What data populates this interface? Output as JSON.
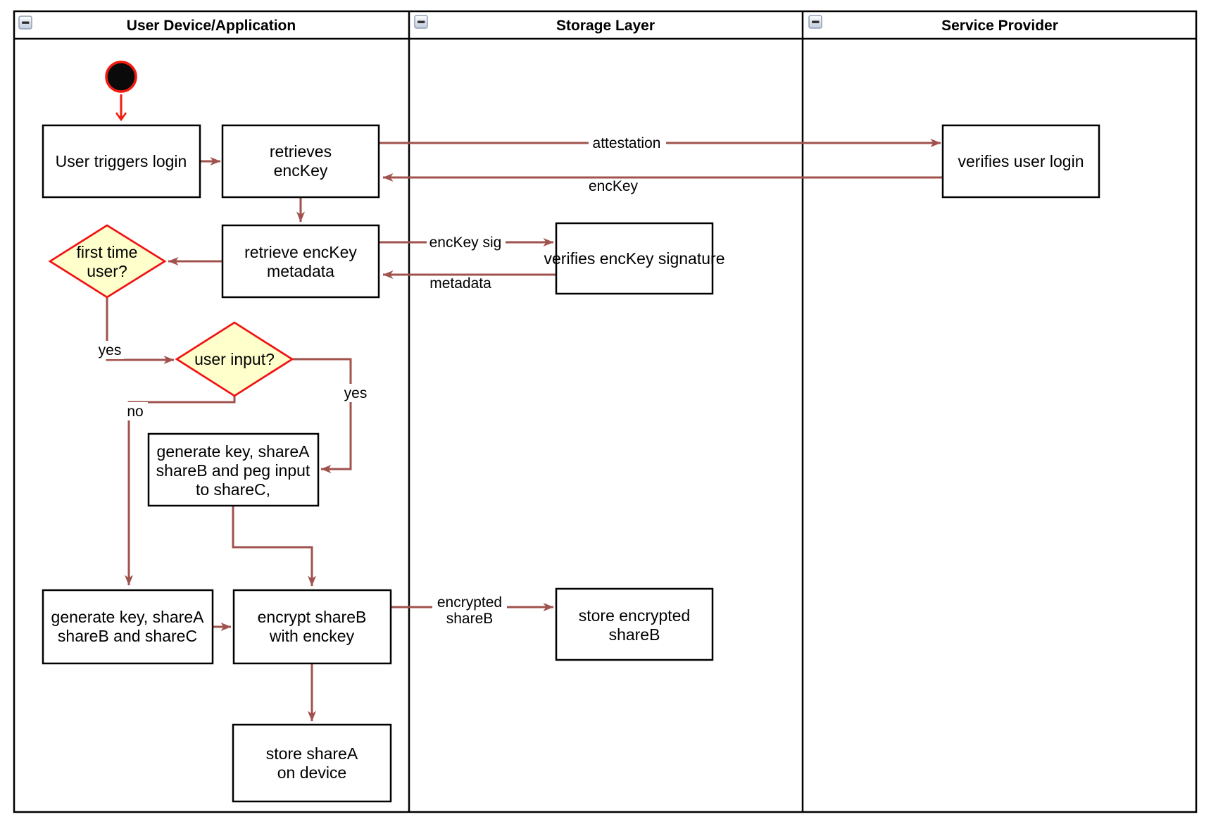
{
  "colors": {
    "arrow": "#a0524d",
    "start_arrow": "#f31b10",
    "diamond_fill": "#ffffcc",
    "diamond_border": "#f01414",
    "node_fill": "#ffffff",
    "node_border": "#000000",
    "start_fill": "#0a0a0a",
    "start_border": "#f31b10",
    "lane_border": "#000000",
    "label_text": "#000000"
  },
  "lanes": [
    {
      "title": "User Device/Application"
    },
    {
      "title": "Storage Layer"
    },
    {
      "title": "Service Provider"
    }
  ],
  "icons": {
    "collapse": "collapse-minus-icon"
  },
  "nodes": {
    "user_triggers_login": {
      "label": "User triggers login"
    },
    "retrieves_enckey": {
      "lines": [
        "retrieves",
        "encKey"
      ]
    },
    "verifies_user_login": {
      "label": "verifies user login"
    },
    "retrieve_enckey_metadata": {
      "lines": [
        "retrieve encKey",
        "metadata"
      ]
    },
    "verifies_enckey_signature": {
      "label": "verifies encKey signature"
    },
    "first_time_user": {
      "lines": [
        "first time",
        "user?"
      ]
    },
    "user_input": {
      "label": "user input?"
    },
    "generate_key_peg_input": {
      "lines": [
        "generate key, shareA",
        "shareB and peg input",
        "to shareC,"
      ]
    },
    "generate_key_shares": {
      "lines": [
        "generate key, shareA",
        "shareB and shareC"
      ]
    },
    "encrypt_shareb": {
      "lines": [
        "encrypt shareB",
        "with enckey"
      ]
    },
    "store_encrypted_shareb": {
      "lines": [
        "store encrypted",
        "shareB"
      ]
    },
    "store_sharea_device": {
      "lines": [
        "store shareA",
        "on device"
      ]
    }
  },
  "edge_labels": {
    "attestation": "attestation",
    "enckey": "encKey",
    "enckey_sig": "encKey sig",
    "metadata": "metadata",
    "first_time_yes": "yes",
    "user_input_yes": "yes",
    "user_input_no": "no",
    "encrypted_shareb_line1": "encrypted",
    "encrypted_shareb_line2": "shareB"
  }
}
